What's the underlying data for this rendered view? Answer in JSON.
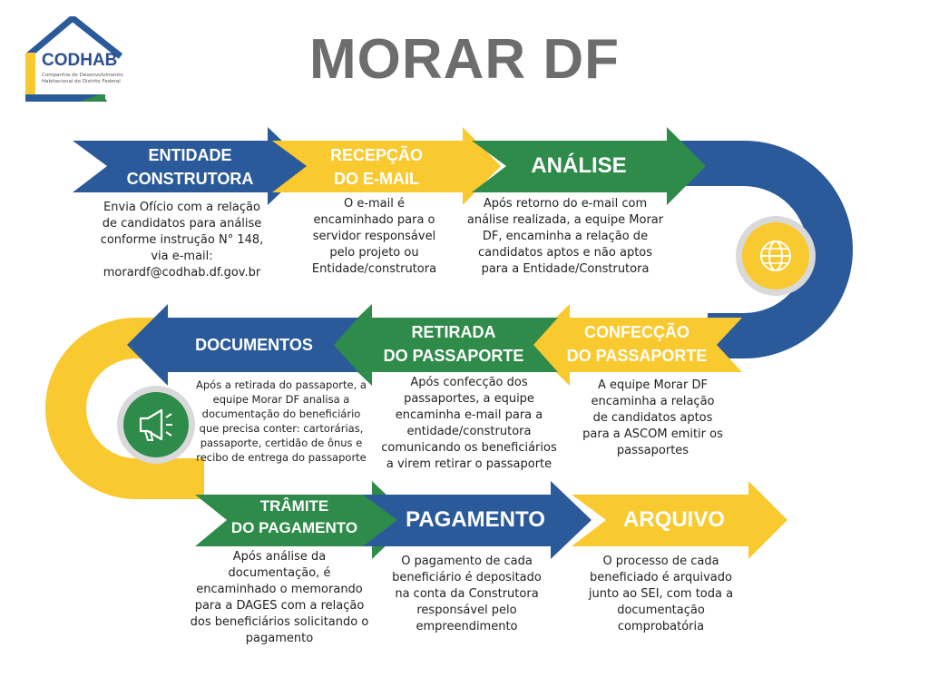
{
  "title": "MORAR DF",
  "logo": {
    "brand": "CODHAB",
    "subtitle": "Companhia de Desenvolvimento Habitacional do Distrito Federal"
  },
  "colors": {
    "blue": "#2b5a9b",
    "yellow": "#f9c930",
    "green": "#2e8b4a",
    "title_gray": "#6d6d6d"
  },
  "icons": [
    "globe-icon",
    "megaphone-icon"
  ],
  "steps": [
    {
      "label_1": "ENTIDADE",
      "label_2": "CONSTRUTORA",
      "color": "blue",
      "description": "Envia Ofício com a relação de candidatos para análise conforme instrução N° 148, via e-mail: morardf@codhab.df.gov.br"
    },
    {
      "label_1": "RECEPÇÃO",
      "label_2": "DO E-MAIL",
      "color": "yellow",
      "description": "O e-mail é encaminhado para o servidor responsável pelo projeto ou Entidade/construtora"
    },
    {
      "label_1": "ANÁLISE",
      "color": "green",
      "description": "Após retorno do e-mail com análise realizada, a equipe Morar DF, encaminha a relação de candidatos aptos e não aptos para a Entidade/Construtora"
    },
    {
      "label_1": "CONFECÇÃO",
      "label_2": "DO PASSAPORTE",
      "color": "yellow",
      "description": "A equipe Morar DF encaminha a relação de candidatos aptos para a ASCOM emitir os passaportes"
    },
    {
      "label_1": "RETIRADA",
      "label_2": "DO PASSAPORTE",
      "color": "green",
      "description": "Após confecção dos passaportes, a equipe encaminha e-mail para a entidade/construtora comunicando os beneficiários a virem retirar o passaporte"
    },
    {
      "label_1": "DOCUMENTOS",
      "color": "blue",
      "description": "Após a retirada do passaporte, a equipe Morar DF analisa a documentação do beneficiário que precisa conter: cartorárias, passaporte, certidão de ônus e recibo de entrega do passaporte"
    },
    {
      "label_1": "TRÂMITE",
      "label_2": "DO PAGAMENTO",
      "color": "green",
      "description": "Após análise da documentação, é encaminhado o memorando para a DAGES com a relação dos beneficiários solicitando o pagamento"
    },
    {
      "label_1": "PAGAMENTO",
      "color": "blue",
      "description": "O pagamento de cada beneficiário é depositado na conta da Construtora responsável pelo empreendimento"
    },
    {
      "label_1": "ARQUIVO",
      "color": "yellow",
      "description": "O processo de cada beneficiado é arquivado junto ao SEI, com toda a documentação comprobatória"
    }
  ]
}
